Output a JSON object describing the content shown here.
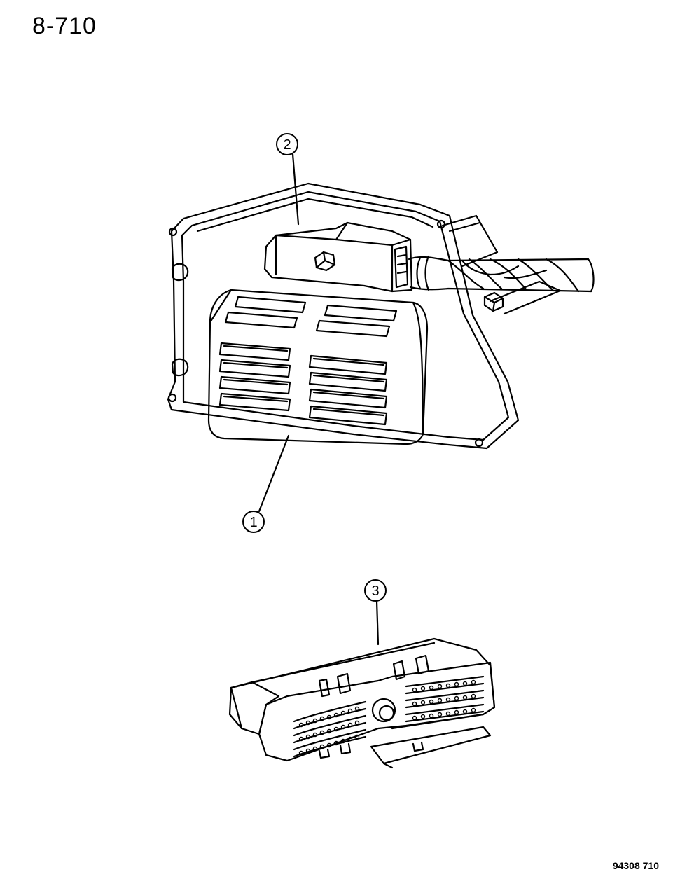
{
  "page_number": "8-710",
  "figure_code": "94308  710",
  "callouts": [
    {
      "label": "1"
    },
    {
      "label": "2"
    },
    {
      "label": "3"
    }
  ]
}
